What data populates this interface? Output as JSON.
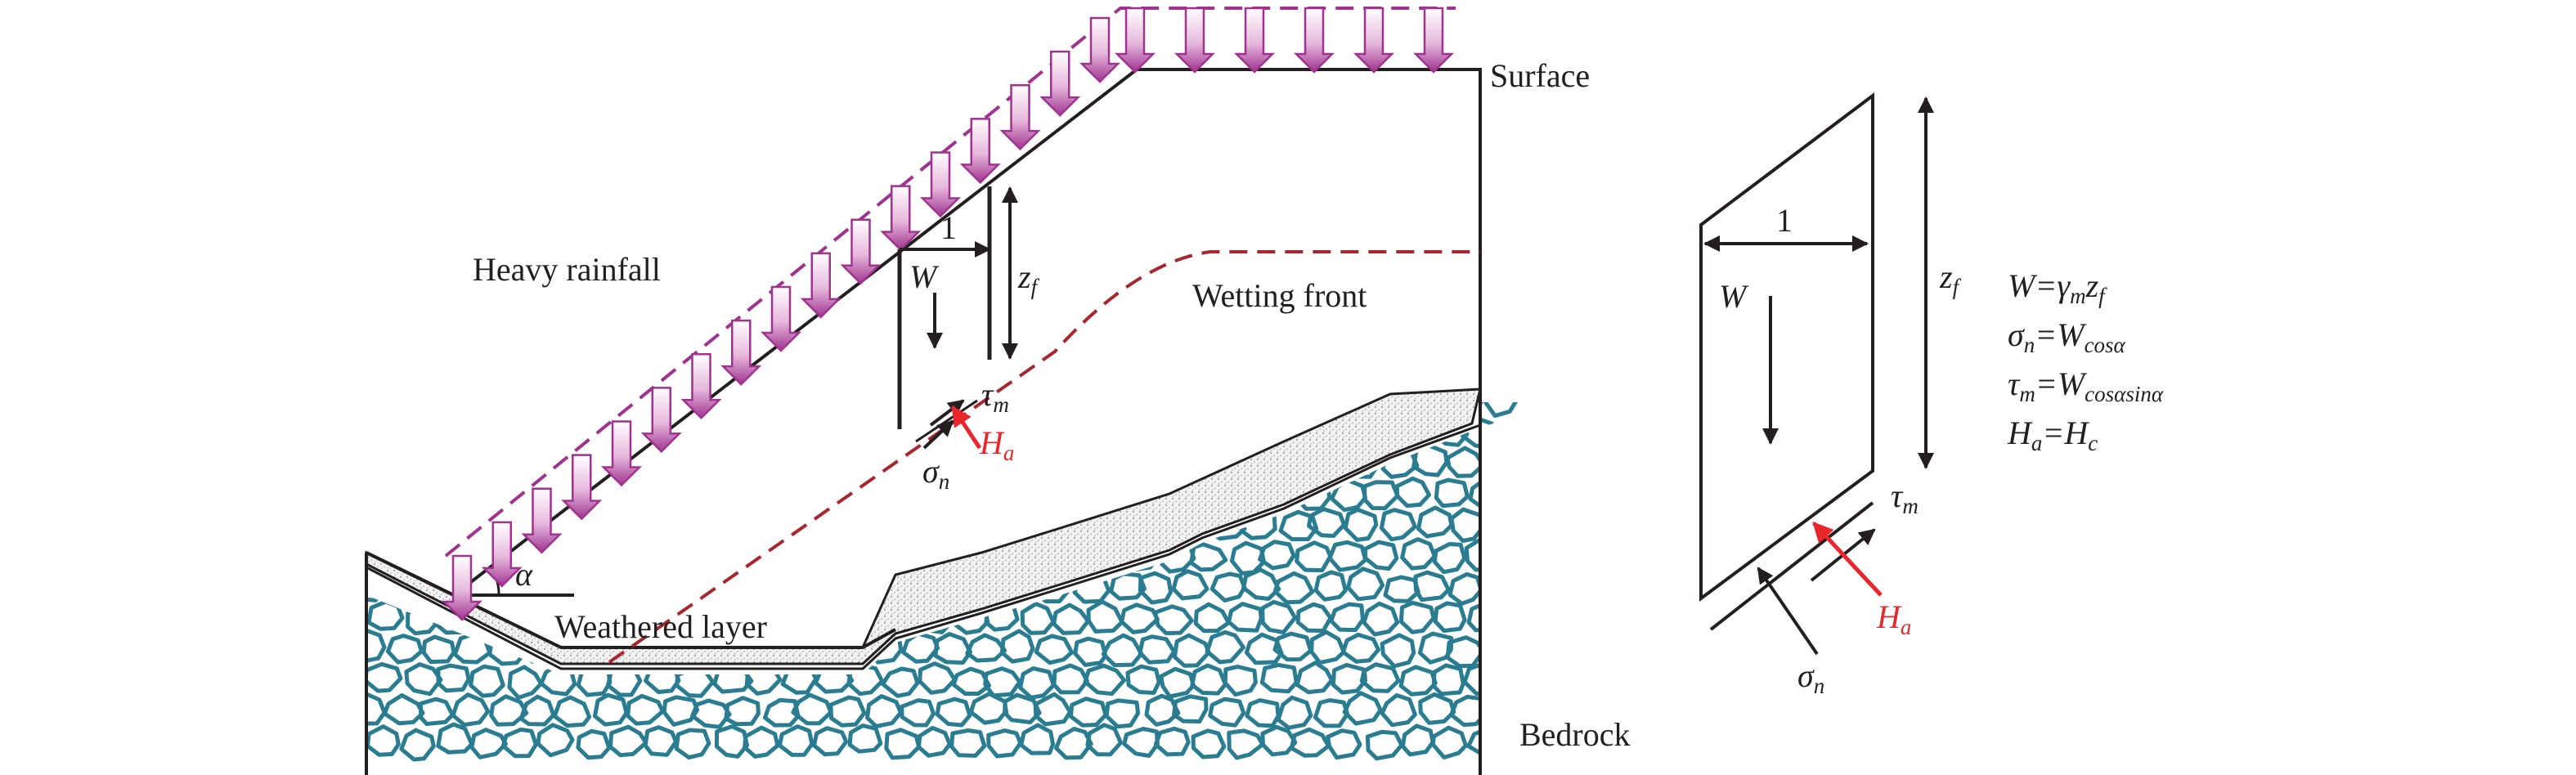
{
  "labels": {
    "surface": "Surface",
    "heavy_rainfall": "Heavy rainfall",
    "wetting_front": "Wetting front",
    "weathered_layer": "Weathered layer",
    "bedrock": "Bedrock",
    "alpha": "α"
  },
  "slice": {
    "unit_width": "1",
    "w": "W",
    "z": "z",
    "z_sub": "f",
    "tau": "τ",
    "tau_sub": "m",
    "sigma": "σ",
    "sigma_sub": "n",
    "h": "H",
    "h_sub": "a"
  },
  "equations": [
    {
      "lhs": "W",
      "lhs_sub": "",
      "op": "=",
      "rhs": "γ",
      "rhs_sub": "m",
      "rhs2": "z",
      "rhs2_sub": "f"
    },
    {
      "lhs": "σ",
      "lhs_sub": "n",
      "op": "=",
      "rhs": "W",
      "rhs_sub": "cosα",
      "rhs2": "",
      "rhs2_sub": ""
    },
    {
      "lhs": "τ",
      "lhs_sub": "m",
      "op": "=",
      "rhs": "W",
      "rhs_sub": "cosαsinα",
      "rhs2": "",
      "rhs2_sub": ""
    },
    {
      "lhs": "H",
      "lhs_sub": "a",
      "op": "=",
      "rhs": "H",
      "rhs_sub": "c",
      "rhs2": "",
      "rhs2_sub": ""
    }
  ],
  "colors": {
    "rain": "#a0338f",
    "wetting_front": "#a8262d",
    "rock": "#2a7d91",
    "red_force": "#e8262b",
    "line": "#231f20"
  }
}
